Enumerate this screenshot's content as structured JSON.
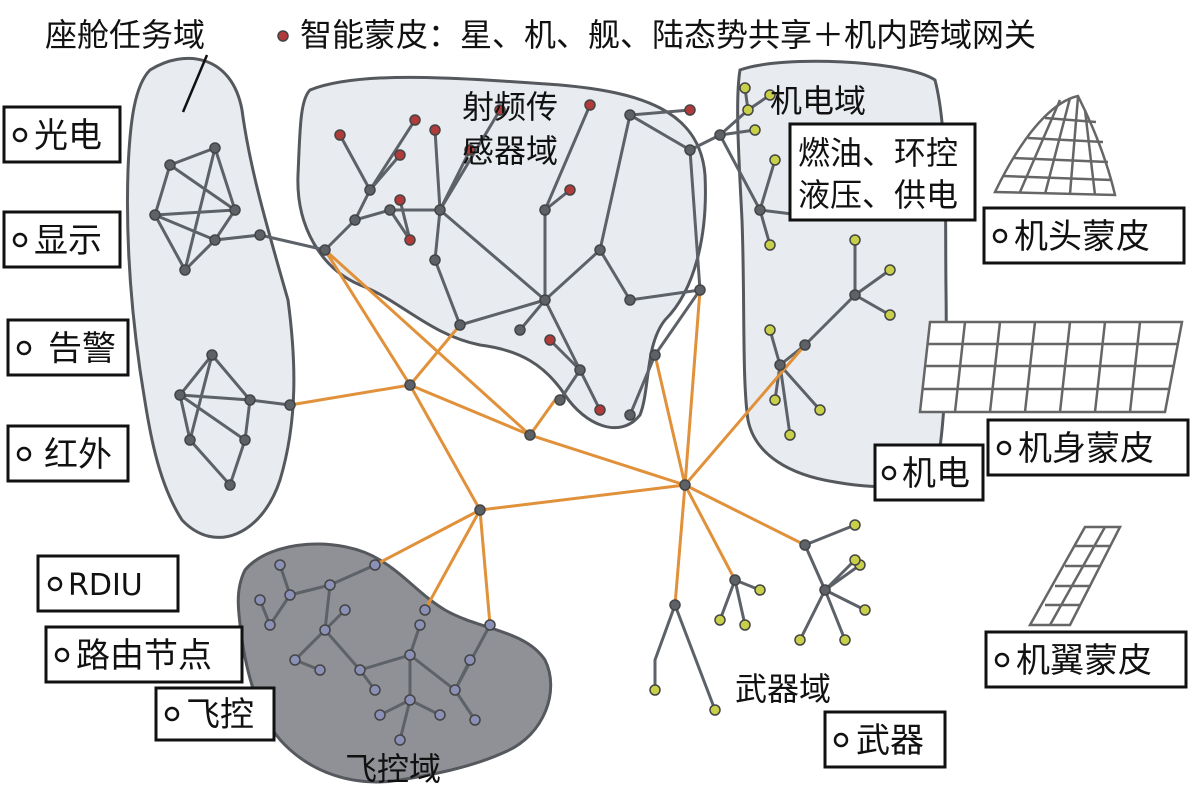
{
  "header": {
    "cockpit_domain": "座舱任务域",
    "smart_skin": "智能蒙皮：星、机、舰、陆态势共享＋机内跨域网关"
  },
  "domains": {
    "rf_line1": "射频传",
    "rf_line2": "感器域",
    "electromech": "机电域",
    "subsys_line1": "燃油、环控",
    "subsys_line2": "液压、供电",
    "flight_control": "飞控域",
    "weapons": "武器域"
  },
  "left_legend": [
    "光电",
    "显示",
    "告警",
    "红外",
    "RDIU",
    "路由节点",
    "飞控"
  ],
  "right_legend": [
    "机头蒙皮",
    "机身蒙皮",
    "机电",
    "机翼蒙皮",
    "武器"
  ],
  "colors": {
    "link_orange": "#e0913a",
    "region_light": "#e8ecf0",
    "region_dark": "#8f9196",
    "node_gray": "#5d6168",
    "node_red": "#b13a3a",
    "node_yellow": "#c8d04a",
    "node_blue": "#8a90b6"
  }
}
